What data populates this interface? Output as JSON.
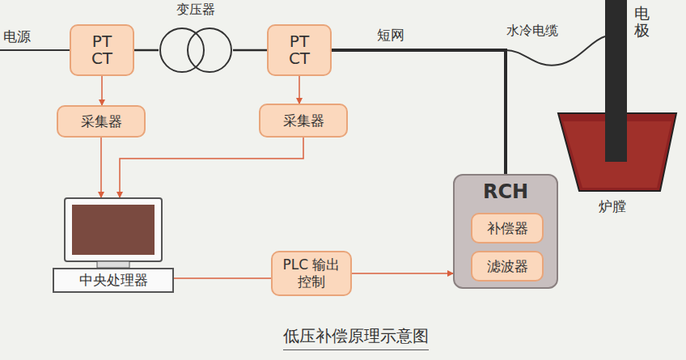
{
  "diagram": {
    "caption": "低压补偿原理示意图",
    "nodes": [
      {
        "text": [
          "PT CT"
        ]
      },
      {
        "text": [
          "变压器"
        ]
      },
      {
        "text": [
          "PT CT"
        ]
      },
      {
        "text": [
          "采集器"
        ]
      },
      {
        "text": [
          "采集器"
        ]
      },
      {
        "text": [
          "中央处理器"
        ]
      },
      {
        "text": [
          "PLC 输出控制"
        ]
      },
      {
        "text": [
          "RCH"
        ]
      },
      {
        "text": [
          "补偿器"
        ],
        "in": 7
      },
      {
        "text": [
          "滤波器"
        ],
        "in": 7
      }
    ],
    "edges": [
      {
        "from": 0,
        "to": 1,
        "arrow": "none"
      },
      {
        "from": 1,
        "to": 2,
        "arrow": "none"
      },
      {
        "from": 2,
        "to": 7,
        "arrow": "none"
      },
      {
        "from": 0,
        "to": 3,
        "arrow": "to"
      },
      {
        "from": 2,
        "to": 4,
        "arrow": "to"
      },
      {
        "from": 3,
        "to": 5,
        "arrow": "to"
      },
      {
        "from": 4,
        "to": 5,
        "arrow": "to"
      },
      {
        "from": 5,
        "to": 6,
        "arrow": "none"
      },
      {
        "from": 6,
        "to": 7,
        "arrow": "to"
      }
    ],
    "labels": [
      "电源",
      "短网",
      "水冷电缆",
      "电极",
      "炉膛"
    ]
  }
}
